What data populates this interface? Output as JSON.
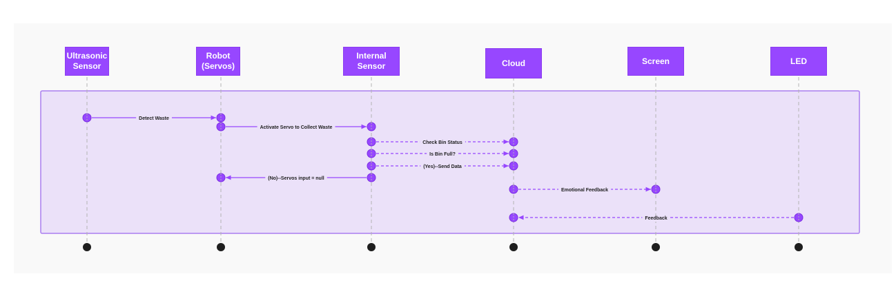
{
  "colors": {
    "canvas_bg": "#f9f9f9",
    "frame_fill": "#ebe1f9",
    "frame_stroke": "#a97ef0",
    "accent": "#9747ff",
    "lifeline": "#b3b3b3",
    "terminal": "#1e1e1e",
    "label_text": "#1e1e1e"
  },
  "actors": [
    {
      "id": "ultrasonic",
      "line1": "Ultrasonic",
      "line2": "Sensor"
    },
    {
      "id": "robot",
      "line1": "Robot",
      "line2": "(Servos)"
    },
    {
      "id": "internal",
      "line1": "Internal",
      "line2": "Sensor"
    },
    {
      "id": "cloud",
      "line1": "Cloud",
      "line2": ""
    },
    {
      "id": "screen",
      "line1": "Screen",
      "line2": ""
    },
    {
      "id": "led",
      "line1": "LED",
      "line2": ""
    }
  ],
  "messages": [
    {
      "from": 0,
      "to": 1,
      "label": "Detect Waste",
      "style": "solid"
    },
    {
      "from": 1,
      "to": 2,
      "label": "Activate Servo to Collect Waste",
      "style": "solid"
    },
    {
      "from": 2,
      "to": 3,
      "label": "Check Bin Status",
      "style": "dashed"
    },
    {
      "from": 2,
      "to": 3,
      "label": "Is Bin Full?",
      "style": "dashed"
    },
    {
      "from": 2,
      "to": 3,
      "label": "(Yes)--Send Data",
      "style": "dashed"
    },
    {
      "from": 2,
      "to": 1,
      "label": "(No)--Servos input = null",
      "style": "solid"
    },
    {
      "from": 3,
      "to": 4,
      "label": "Emotional Feedback",
      "style": "dashed"
    },
    {
      "from": 5,
      "to": 3,
      "label": "Feedback",
      "style": "dashed"
    }
  ]
}
